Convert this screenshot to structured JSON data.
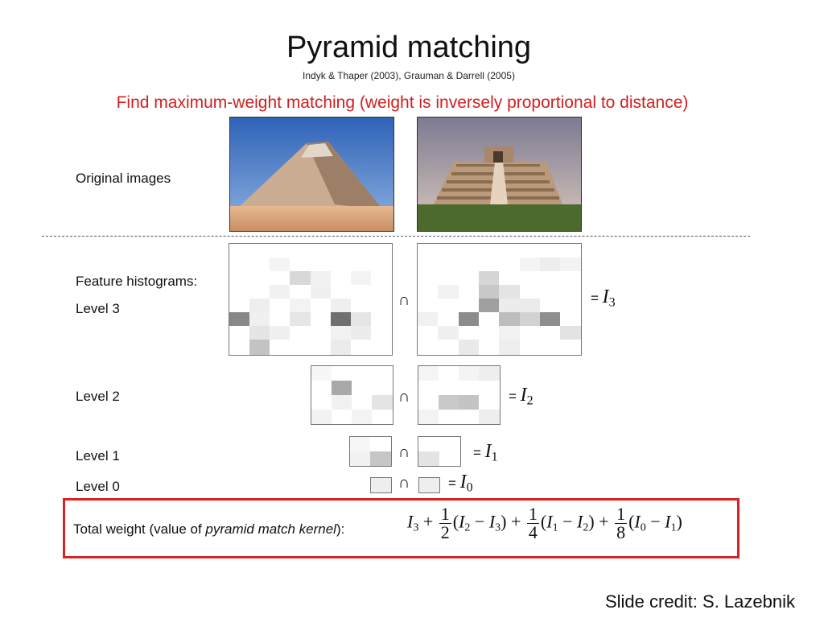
{
  "title": "Pyramid matching",
  "subtitle": "Indyk & Thaper (2003), Grauman & Darrell (2005)",
  "subhead": "Find maximum-weight matching (weight is inversely proportional to distance)",
  "rows": {
    "original_label": "Original images",
    "feature_label": "Feature histograms:",
    "level3": "Level 3",
    "level2": "Level 2",
    "level1": "Level 1",
    "level0": "Level 0"
  },
  "operator": "∩",
  "equals": "=",
  "intersection_symbol": "I",
  "levels": [
    "3",
    "2",
    "1",
    "0"
  ],
  "total": {
    "label_pre": "Total weight (value of ",
    "label_em": "pyramid match kernel",
    "label_post": "): ",
    "formula": {
      "plus": "+",
      "minus": "−",
      "open": "(",
      "close": ")",
      "one": "1",
      "two": "2",
      "four": "4",
      "eight": "8"
    }
  },
  "credit": "Slide credit: S. Lazebnik"
}
